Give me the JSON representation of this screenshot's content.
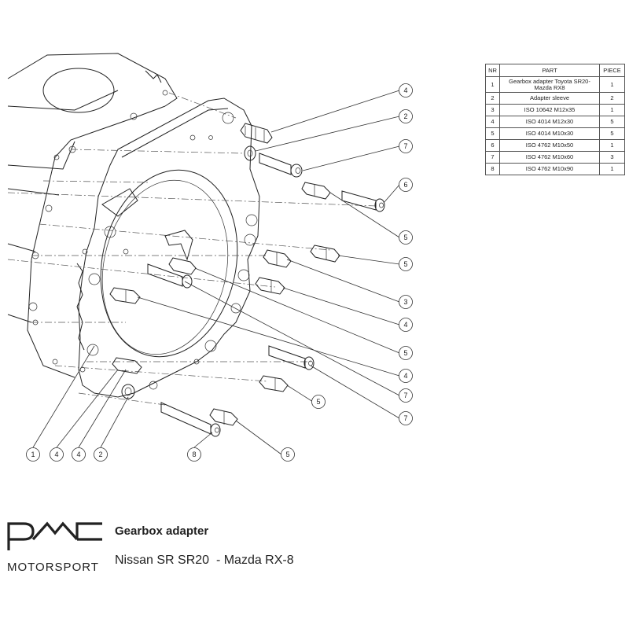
{
  "table": {
    "headers": {
      "nr": "NR",
      "part": "PART",
      "piece": "PIECE"
    },
    "rows": [
      {
        "nr": "1",
        "part": "Gearbox adapter Toyota SR20-Mazda RX8",
        "piece": "1"
      },
      {
        "nr": "2",
        "part": "Adapter sleeve",
        "piece": "2"
      },
      {
        "nr": "3",
        "part": "ISO 10642 M12x35",
        "piece": "1"
      },
      {
        "nr": "4",
        "part": "ISO 4014 M12x30",
        "piece": "5"
      },
      {
        "nr": "5",
        "part": "ISO 4014 M10x30",
        "piece": "5"
      },
      {
        "nr": "6",
        "part": "ISO 4762 M10x50",
        "piece": "1"
      },
      {
        "nr": "7",
        "part": "ISO 4762 M10x60",
        "piece": "3"
      },
      {
        "nr": "8",
        "part": "ISO 4762 M10x90",
        "piece": "1"
      }
    ]
  },
  "balloons": [
    {
      "id": "b1",
      "label": "4"
    },
    {
      "id": "b2",
      "label": "2"
    },
    {
      "id": "b3",
      "label": "7"
    },
    {
      "id": "b4",
      "label": "6"
    },
    {
      "id": "b5",
      "label": "5"
    },
    {
      "id": "b6",
      "label": "5"
    },
    {
      "id": "b7",
      "label": "3"
    },
    {
      "id": "b8",
      "label": "4"
    },
    {
      "id": "b9",
      "label": "5"
    },
    {
      "id": "b10",
      "label": "4"
    },
    {
      "id": "b11",
      "label": "7"
    },
    {
      "id": "b12",
      "label": "5"
    },
    {
      "id": "b13",
      "label": "7"
    },
    {
      "id": "b14",
      "label": "5"
    },
    {
      "id": "b15",
      "label": "1"
    },
    {
      "id": "b16",
      "label": "4"
    },
    {
      "id": "b17",
      "label": "4"
    },
    {
      "id": "b18",
      "label": "2"
    },
    {
      "id": "b19",
      "label": "8"
    }
  ],
  "branding": {
    "logo_name": "pmc-logo",
    "brand_text": "MOTORSPORT",
    "title": "Gearbox adapter",
    "subtitle": "Nissan SR SR20  - Mazda RX-8"
  }
}
